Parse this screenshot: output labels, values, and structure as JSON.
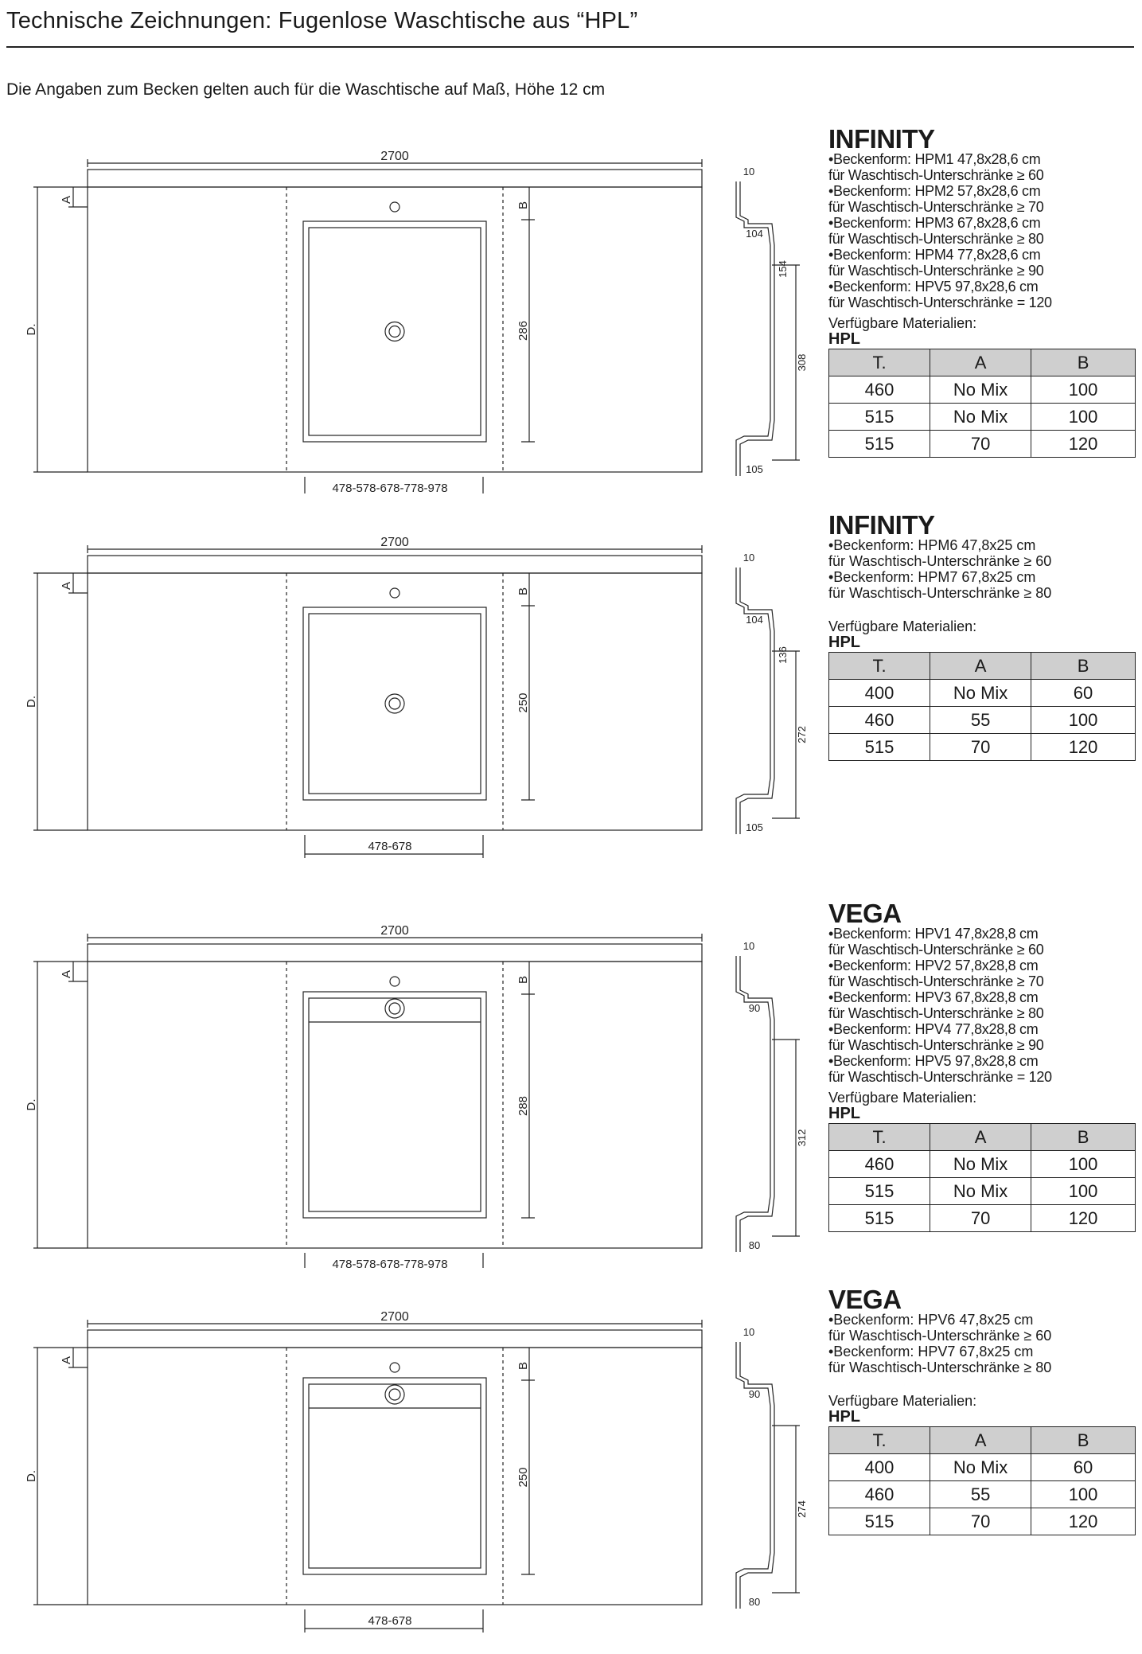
{
  "page": {
    "title": "Technische Zeichnungen: Fugenlose Waschtische aus “HPL”",
    "subtitle": "Die Angaben zum Becken gelten auch für die Waschtische auf Maß, Höhe 12 cm"
  },
  "sections": [
    {
      "drawing": {
        "width_label": "2700",
        "label_a": "A",
        "label_b": "B",
        "label_d": "D.",
        "basin_depth": "286",
        "basin_width": "478-578-678-778-978",
        "profile_top": "10",
        "profile_inner": "104",
        "profile_mid": "154",
        "profile_total": "308",
        "profile_bottom": "105"
      },
      "info": {
        "title": "INFINITY",
        "specs": [
          "•Beckenform: HPM1 47,8x28,6 cm",
          "für Waschtisch-Unterschränke ≥ 60",
          "•Beckenform: HPM2 57,8x28,6 cm",
          "für Waschtisch-Unterschränke ≥ 70",
          "•Beckenform: HPM3 67,8x28,6 cm",
          "für Waschtisch-Unterschränke ≥ 80",
          "•Beckenform: HPM4 77,8x28,6 cm",
          "für Waschtisch-Unterschränke ≥ 90",
          "•Beckenform: HPV5 97,8x28,6 cm",
          "für Waschtisch-Unterschränke = 120"
        ],
        "materials_label": "Verfügbare Materialien:",
        "material": "HPL",
        "table": {
          "headers": [
            "T.",
            "A",
            "B"
          ],
          "rows": [
            [
              "460",
              "No Mix",
              "100"
            ],
            [
              "515",
              "No Mix",
              "100"
            ],
            [
              "515",
              "70",
              "120"
            ]
          ]
        }
      }
    },
    {
      "drawing": {
        "width_label": "2700",
        "label_a": "A",
        "label_b": "B",
        "label_d": "D.",
        "basin_depth": "250",
        "basin_width": "478-678",
        "profile_top": "10",
        "profile_inner": "104",
        "profile_mid": "136",
        "profile_total": "272",
        "profile_bottom": "105"
      },
      "info": {
        "title": "INFINITY",
        "specs": [
          "•Beckenform: HPM6 47,8x25 cm",
          "für Waschtisch-Unterschränke ≥ 60",
          "•Beckenform: HPM7 67,8x25 cm",
          "für Waschtisch-Unterschränke ≥ 80"
        ],
        "materials_label": "Verfügbare Materialien:",
        "material": "HPL",
        "table": {
          "headers": [
            "T.",
            "A",
            "B"
          ],
          "rows": [
            [
              "400",
              "No Mix",
              "60"
            ],
            [
              "460",
              "55",
              "100"
            ],
            [
              "515",
              "70",
              "120"
            ]
          ]
        }
      }
    },
    {
      "drawing": {
        "width_label": "2700",
        "label_a": "A",
        "label_b": "B",
        "label_d": "D.",
        "basin_depth": "288",
        "basin_width": "478-578-678-778-978",
        "profile_top": "10",
        "profile_inner": "90",
        "profile_mid": "",
        "profile_total": "312",
        "profile_bottom": "80"
      },
      "info": {
        "title": "VEGA",
        "specs": [
          "•Beckenform: HPV1 47,8x28,8 cm",
          "für Waschtisch-Unterschränke ≥ 60",
          "•Beckenform: HPV2 57,8x28,8 cm",
          "für Waschtisch-Unterschränke ≥ 70",
          "•Beckenform: HPV3 67,8x28,8 cm",
          "für Waschtisch-Unterschränke ≥ 80",
          "•Beckenform: HPV4 77,8x28,8 cm",
          "für Waschtisch-Unterschränke ≥ 90",
          "•Beckenform: HPV5 97,8x28,8 cm",
          "für Waschtisch-Unterschränke = 120"
        ],
        "materials_label": "Verfügbare Materialien:",
        "material": "HPL",
        "table": {
          "headers": [
            "T.",
            "A",
            "B"
          ],
          "rows": [
            [
              "460",
              "No Mix",
              "100"
            ],
            [
              "515",
              "No Mix",
              "100"
            ],
            [
              "515",
              "70",
              "120"
            ]
          ]
        }
      }
    },
    {
      "drawing": {
        "width_label": "2700",
        "label_a": "A",
        "label_b": "B",
        "label_d": "D.",
        "basin_depth": "250",
        "basin_width": "478-678",
        "profile_top": "10",
        "profile_inner": "90",
        "profile_mid": "",
        "profile_total": "274",
        "profile_bottom": "80"
      },
      "info": {
        "title": "VEGA",
        "specs": [
          "•Beckenform: HPV6 47,8x25 cm",
          "für Waschtisch-Unterschränke ≥ 60",
          "•Beckenform: HPV7 67,8x25 cm",
          "für Waschtisch-Unterschränke ≥ 80"
        ],
        "materials_label": "Verfügbare Materialien:",
        "material": "HPL",
        "table": {
          "headers": [
            "T.",
            "A",
            "B"
          ],
          "rows": [
            [
              "400",
              "No Mix",
              "60"
            ],
            [
              "460",
              "55",
              "100"
            ],
            [
              "515",
              "70",
              "120"
            ]
          ]
        }
      }
    }
  ]
}
